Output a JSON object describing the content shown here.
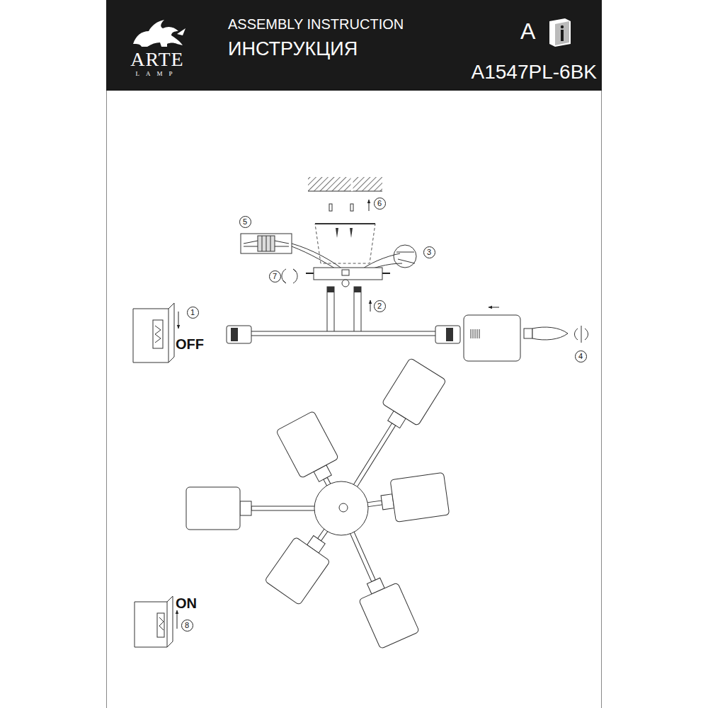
{
  "diagram": {
    "title": "ASSEMBLY INSTRUCTION",
    "nodes": [
      {
        "text": [
          "6"
        ]
      },
      {
        "text": [
          "5"
        ]
      },
      {
        "text": [
          "3"
        ]
      },
      {
        "text": [
          "7"
        ]
      },
      {
        "text": [
          "1"
        ]
      },
      {
        "text": [
          "2"
        ]
      },
      {
        "text": [
          "4"
        ]
      },
      {
        "text": [
          "8"
        ]
      }
    ],
    "labels": [
      "ИНСТРУКЦИЯ",
      "A1547PL-6BK",
      "ARTE",
      "LAMP",
      "A",
      "OFF",
      "ON"
    ]
  }
}
